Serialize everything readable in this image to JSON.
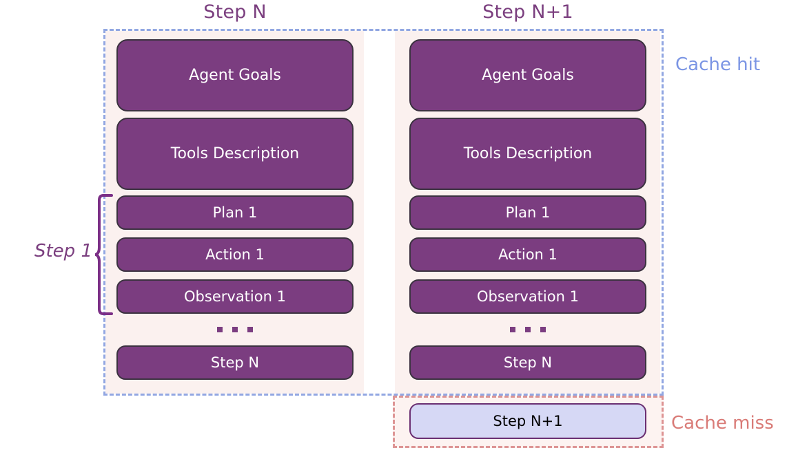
{
  "columns": [
    {
      "id": "left",
      "title": "Step N",
      "blocks": [
        {
          "label": "Agent Goals",
          "size": "big"
        },
        {
          "label": "Tools Description",
          "size": "big"
        },
        {
          "label": "Plan 1",
          "size": "small"
        },
        {
          "label": "Action 1",
          "size": "small"
        },
        {
          "label": "Observation 1",
          "size": "small"
        },
        {
          "label": "Step N",
          "size": "small"
        }
      ],
      "ellipsis": "..."
    },
    {
      "id": "right",
      "title": "Step N+1",
      "blocks": [
        {
          "label": "Agent Goals",
          "size": "big"
        },
        {
          "label": "Tools Description",
          "size": "big"
        },
        {
          "label": "Plan 1",
          "size": "small"
        },
        {
          "label": "Action 1",
          "size": "small"
        },
        {
          "label": "Observation 1",
          "size": "small"
        },
        {
          "label": "Step N",
          "size": "small"
        }
      ],
      "ellipsis": "..."
    }
  ],
  "annotations": {
    "step1_bracket_label": "Step 1",
    "cache_hit_label": "Cache hit",
    "cache_miss_label": "Cache miss"
  },
  "new_block": {
    "label": "Step N+1"
  },
  "colors": {
    "block_fill": "#7b3d80",
    "block_border": "#3b3240",
    "block_text": "#ffffff",
    "panel_background": "#fbf1ef",
    "page_background": "#ffffff",
    "cache_hit_dashed": "#92a7e2",
    "cache_hit_text": "#7b95e4",
    "cache_miss_dashed": "#dd9494",
    "cache_miss_text": "#d97b77",
    "cache_miss_fill": "#fdf3f1",
    "new_block_fill": "#d6d8f5",
    "new_block_border": "#6b2f72",
    "new_block_text": "#000000",
    "title_text": "#7b3f7f",
    "brace": "#7b2f86"
  }
}
